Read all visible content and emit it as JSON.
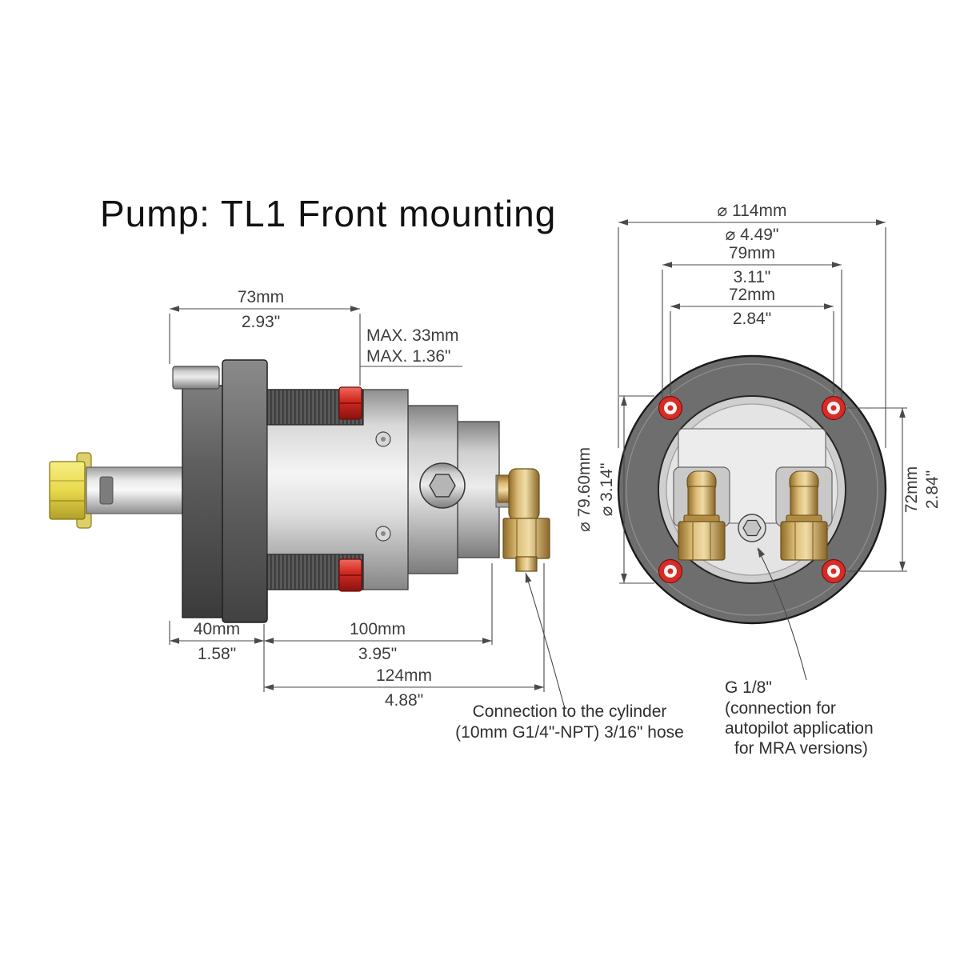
{
  "title": "Pump: TL1 Front mounting",
  "side_view": {
    "dim_flange_width": {
      "mm": "73mm",
      "inch": "2.93\""
    },
    "dim_max_panel": {
      "mm": "MAX. 33mm",
      "inch": "MAX. 1.36\""
    },
    "dim_rear_depth": {
      "mm": "40mm",
      "inch": "1.58\""
    },
    "dim_body_length": {
      "mm": "100mm",
      "inch": "3.95\""
    },
    "dim_overall_length": {
      "mm": "124mm",
      "inch": "4.88\""
    },
    "connection_note": {
      "line1": "Connection to the cylinder",
      "line2": "(10mm G1/4\"-NPT) 3/16\" hose"
    }
  },
  "front_view": {
    "dim_outer_diameter": {
      "mm": "⌀ 114mm",
      "inch": "⌀ 4.49\""
    },
    "dim_hole_span": {
      "mm": "79mm",
      "inch": "3.11\""
    },
    "dim_hole_pitch_h": {
      "mm": "72mm",
      "inch": "2.84\""
    },
    "dim_bore_diameter": {
      "mm": "⌀ 79.60mm",
      "inch": "⌀ 3.14\""
    },
    "dim_hole_pitch_v": {
      "mm": "72mm",
      "inch": "2.84\""
    },
    "autopilot_note": {
      "line1": "G 1/8\"",
      "line2": "(connection for",
      "line3": "autopilot application",
      "line4": "for MRA versions)"
    }
  },
  "colors": {
    "accent_red": "#d32b24",
    "accent_yellow": "#e9d94e",
    "brass": "#c9a45b",
    "line": "#4a4a4a"
  }
}
